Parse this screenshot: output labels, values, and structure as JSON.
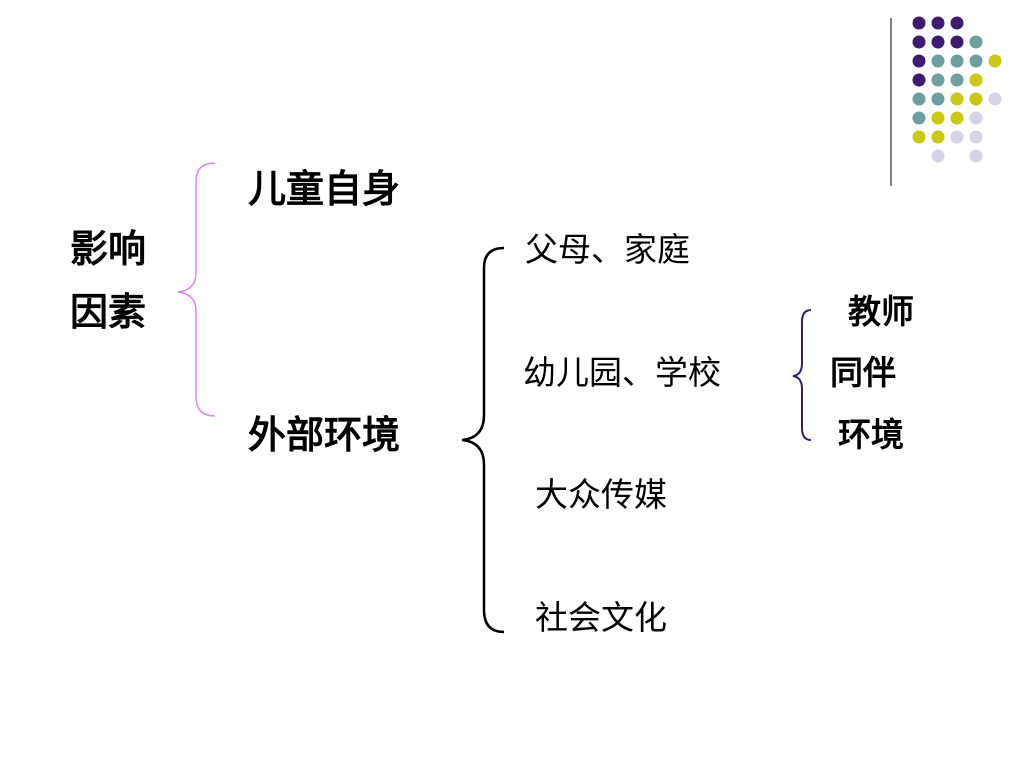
{
  "slide": {
    "root": {
      "line1": "影响",
      "line2": "因素"
    },
    "factors": [
      {
        "label": "儿童自身"
      },
      {
        "label": "外部环境"
      }
    ],
    "environment_items": [
      {
        "label": "父母、家庭"
      },
      {
        "label": "幼儿园、学校"
      },
      {
        "label": "大众传媒"
      },
      {
        "label": "社会文化"
      }
    ],
    "school_items": [
      {
        "label": "教师"
      },
      {
        "label": "同伴"
      },
      {
        "label": "环境"
      }
    ]
  },
  "colors": {
    "brace_level1": "#dd88e8",
    "brace_level2": "#000000",
    "brace_level3": "#3a1d6e",
    "divider": "#555555",
    "dot_purple": "#3d1c6d",
    "dot_teal": "#6e9e9e",
    "dot_yellow": "#c9c914",
    "dot_lavender": "#d4d4e6"
  }
}
